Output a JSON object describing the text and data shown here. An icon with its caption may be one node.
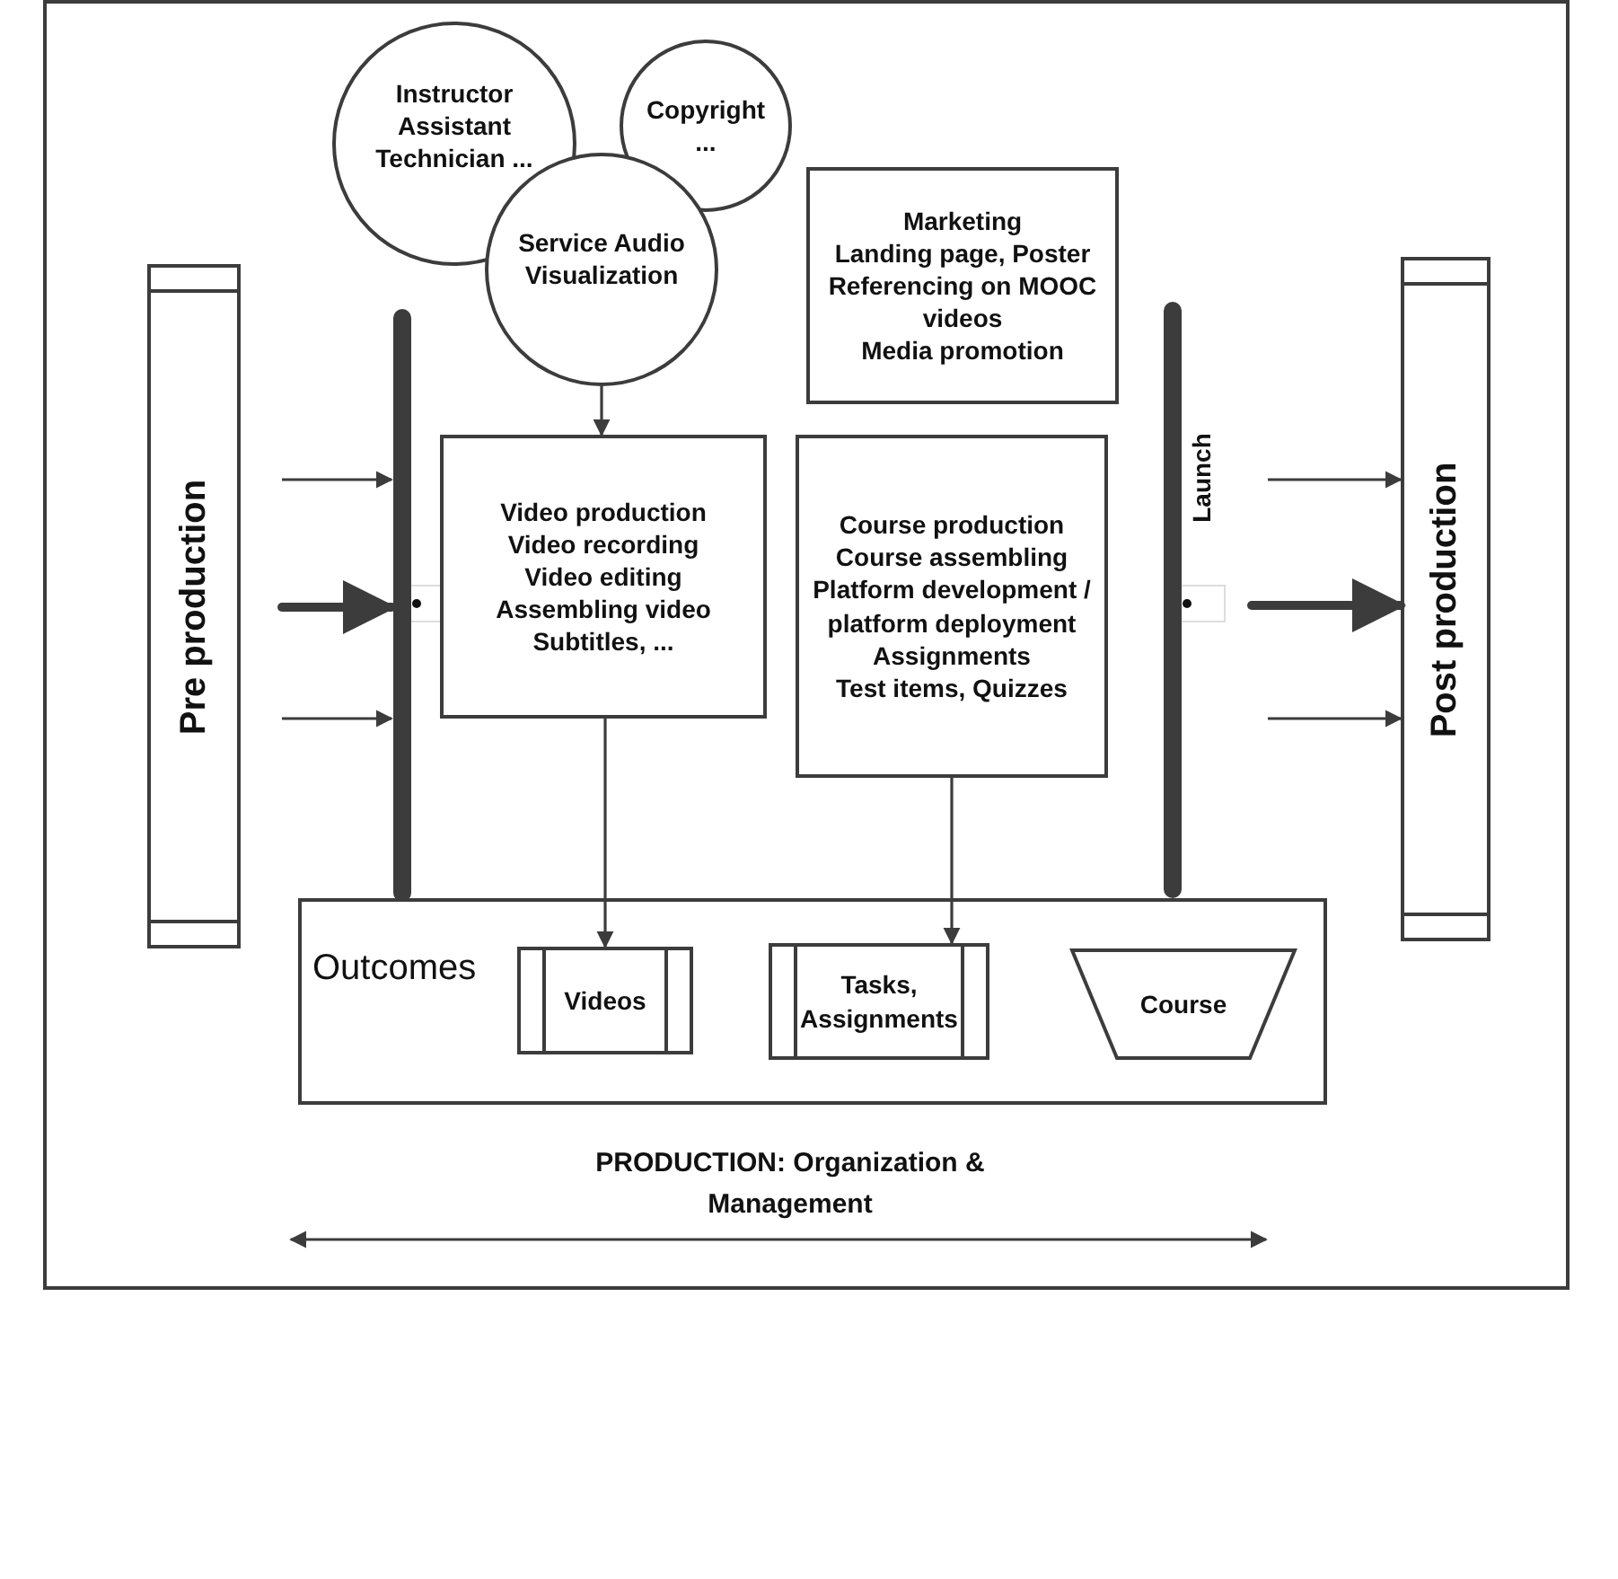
{
  "diagram": {
    "nodes": [
      {
        "text": [
          "Pre production"
        ]
      },
      {
        "text": [],
        "shape": "bar"
      },
      {
        "text": [
          "Instructor Assistant Technician ..."
        ]
      },
      {
        "text": [
          "Copyright ..."
        ]
      },
      {
        "text": [
          "Service Audio Visualization"
        ]
      },
      {
        "text": [
          "Video production",
          "Video recording",
          "Video editing",
          "Assembling video",
          "Subtitles, ..."
        ]
      },
      {
        "text": [
          "Marketing",
          "Landing page, Poster",
          "Referencing on MOOC videos",
          "Media promotion"
        ]
      },
      {
        "text": [
          "Course production",
          "Course assembling",
          "Platform development / platform deployment",
          "Assignments",
          "Test items, Quizzes"
        ]
      },
      {
        "text": [],
        "shape": "bar",
        "beside": [
          "Launch"
        ]
      },
      {
        "text": [
          "Post production"
        ]
      },
      {
        "text": [
          "Outcomes"
        ]
      },
      {
        "text": [
          "Videos"
        ],
        "in": 10
      },
      {
        "text": [
          "Tasks, Assignments"
        ],
        "in": 10
      },
      {
        "text": [
          "Course"
        ],
        "in": 10
      }
    ],
    "edges": [
      {
        "from": null,
        "to": 1,
        "arrow": "to"
      },
      {
        "from": null,
        "to": 1,
        "arrow": "to",
        "style": "thick"
      },
      {
        "from": null,
        "to": 1,
        "arrow": "to"
      },
      {
        "from": null,
        "to": 9,
        "arrow": "to"
      },
      {
        "from": null,
        "to": 9,
        "arrow": "to",
        "style": "thick"
      },
      {
        "from": null,
        "to": 9,
        "arrow": "to"
      },
      {
        "from": 4,
        "to": 5,
        "arrow": "to"
      },
      {
        "from": 5,
        "to": 11,
        "arrow": "to"
      },
      {
        "from": 7,
        "to": 12,
        "arrow": "to"
      }
    ],
    "labels": [
      "PRODUCTION: Organization & Management"
    ]
  }
}
